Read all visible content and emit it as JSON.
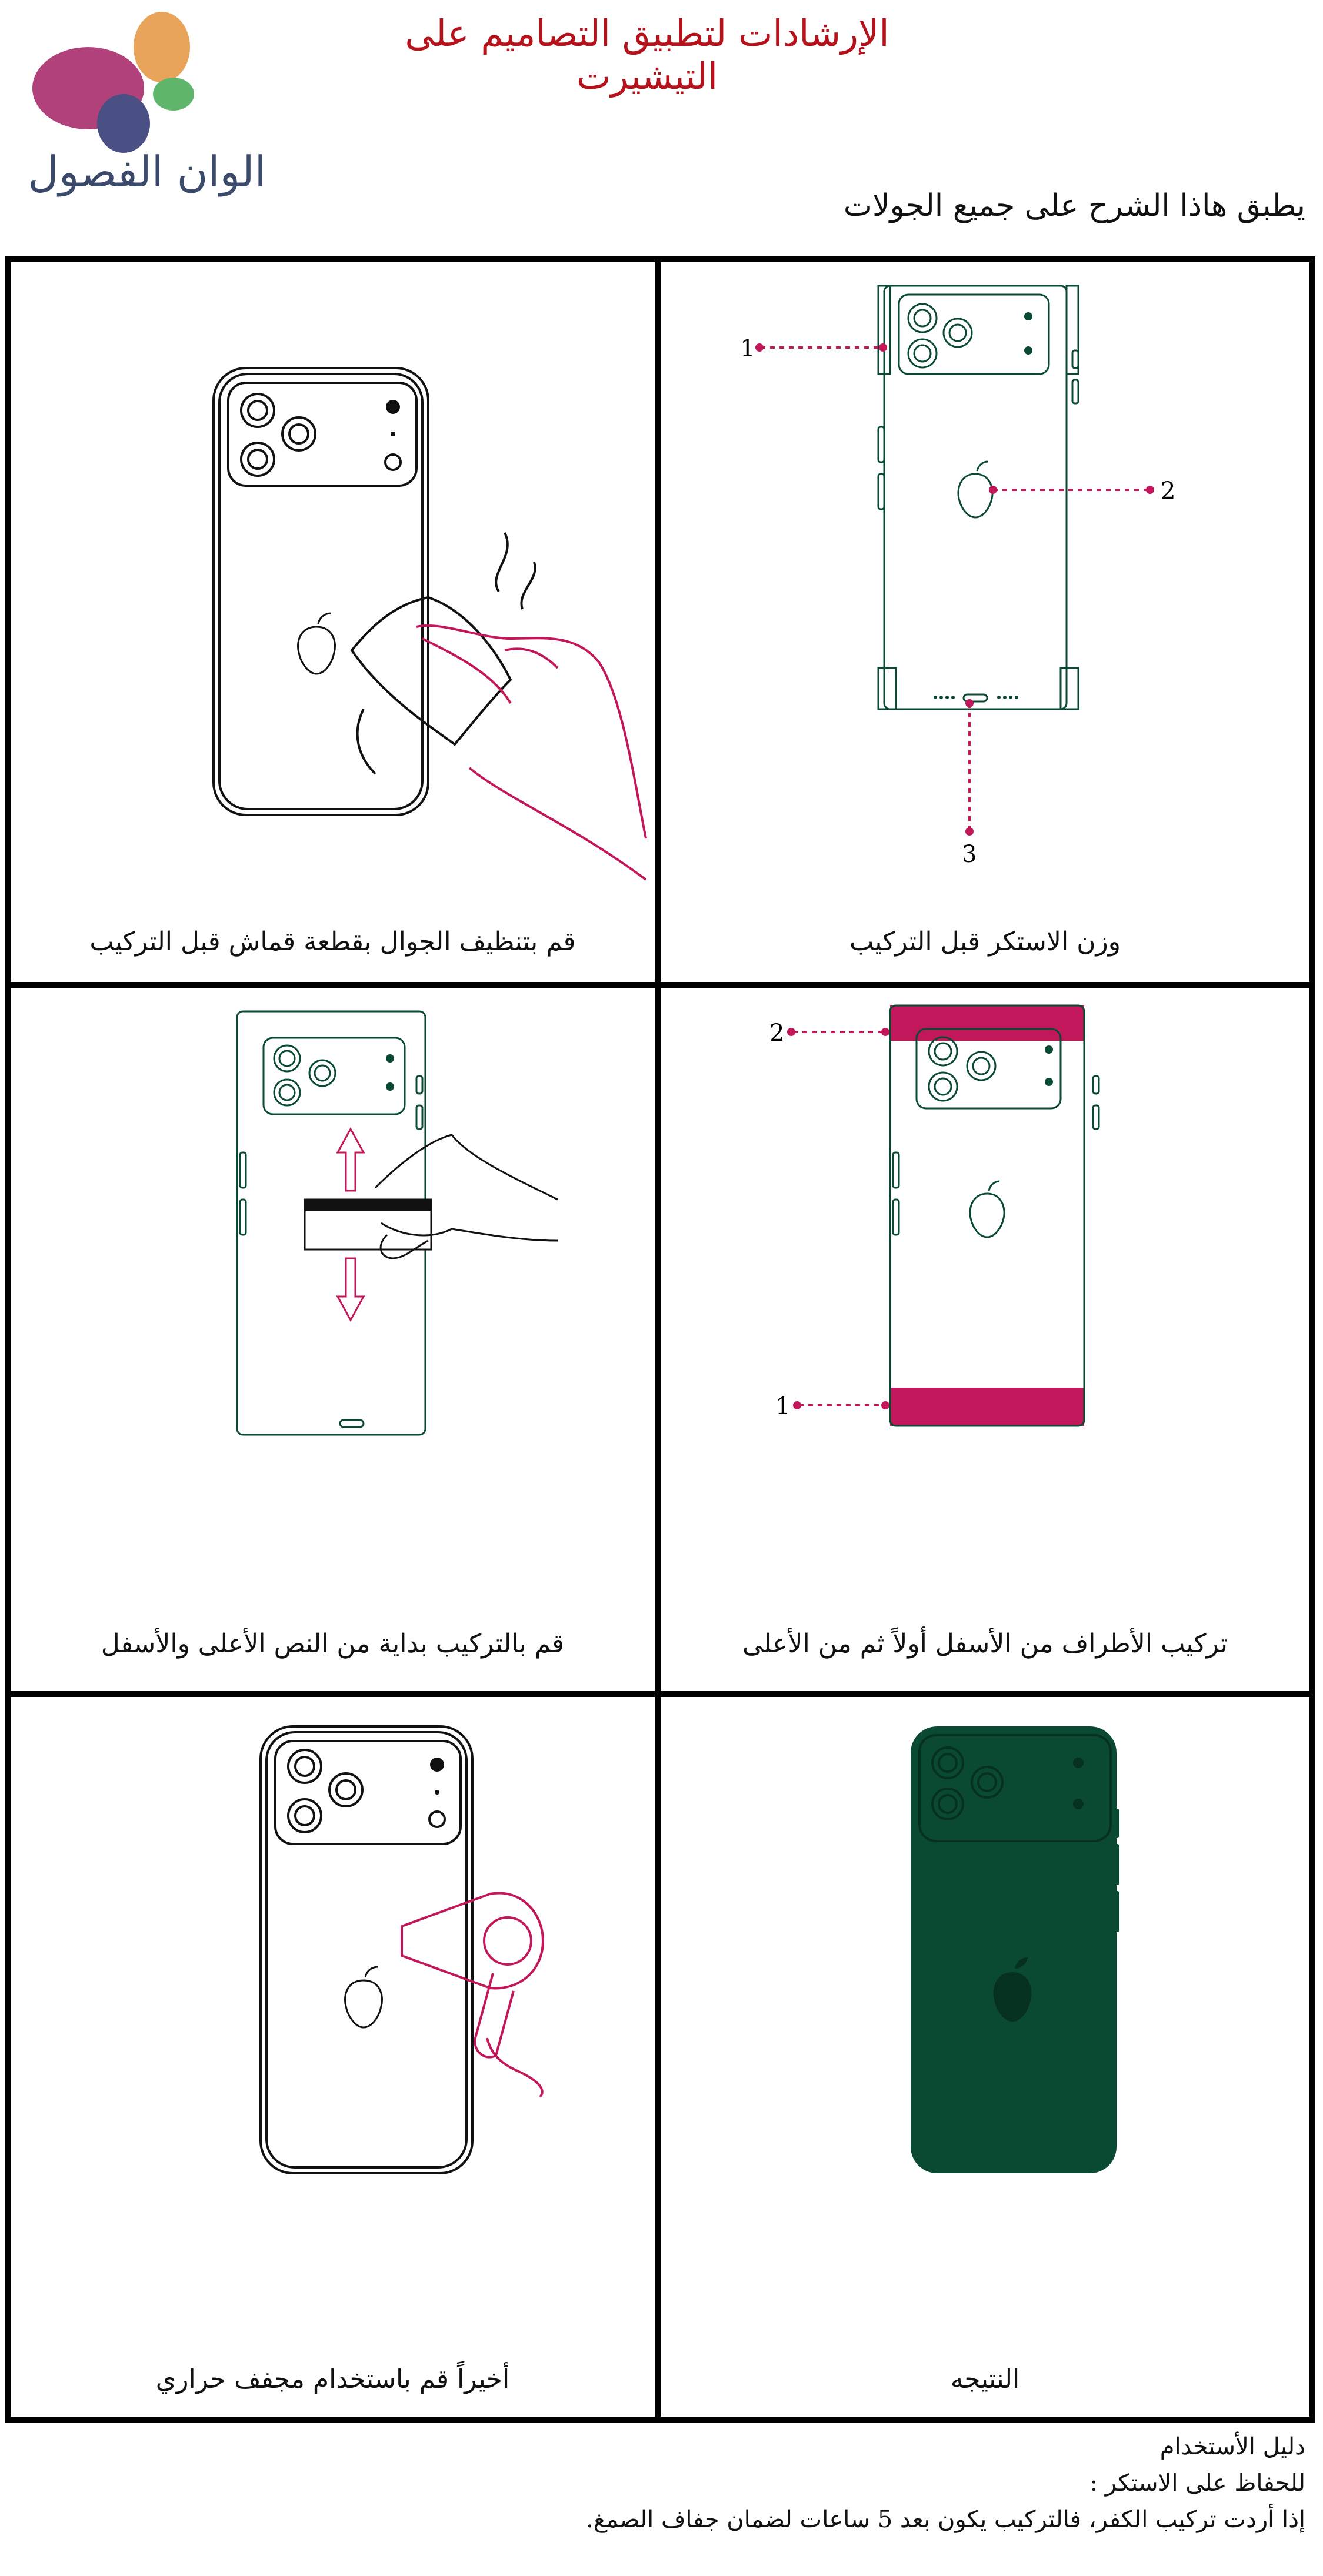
{
  "header": {
    "title": "الإرشادات لتطبيق التصاميم على التيشيرت",
    "subtitle": "يطبق هاذا الشرح على جميع الجولات"
  },
  "logo": {
    "text": "الوان الفصول",
    "colors": [
      "#b0417a",
      "#e8a45a",
      "#4a4f84",
      "#5fb56a"
    ]
  },
  "panels": [
    {
      "caption": "وزن الاستكر قبل التركيب",
      "markers": [
        "1",
        "2",
        "3"
      ]
    },
    {
      "caption": "قم بتنظيف الجوال بقطعة قماش قبل التركيب"
    },
    {
      "caption": "تركيب الأطراف من الأسفل أولاً ثم من الأعلى",
      "markers": [
        "2",
        "1"
      ]
    },
    {
      "caption": "قم بالتركيب بداية من النص الأعلى والأسفل"
    },
    {
      "caption": "النتيجه"
    },
    {
      "caption": "أخيراً قم باستخدام مجفف حراري"
    }
  ],
  "notes": {
    "line1": "دليل الأستخدام",
    "line2": "للحفاظ على الاستكر :",
    "line3": "إذا أردت تركيب الكفر، فالتركيب يكون بعد 5 ساعات لضمان جفاف الصمغ."
  },
  "colors": {
    "title": "#b5121b",
    "accent": "#c2185b",
    "phone_outline": "#0b4a32",
    "result_fill": "#0b4a32"
  },
  "icons": {
    "phone": "phone-back-icon",
    "apple": "apple-logo-icon",
    "hand": "hand-icon",
    "card": "card-icon",
    "dryer": "hair-dryer-icon"
  }
}
